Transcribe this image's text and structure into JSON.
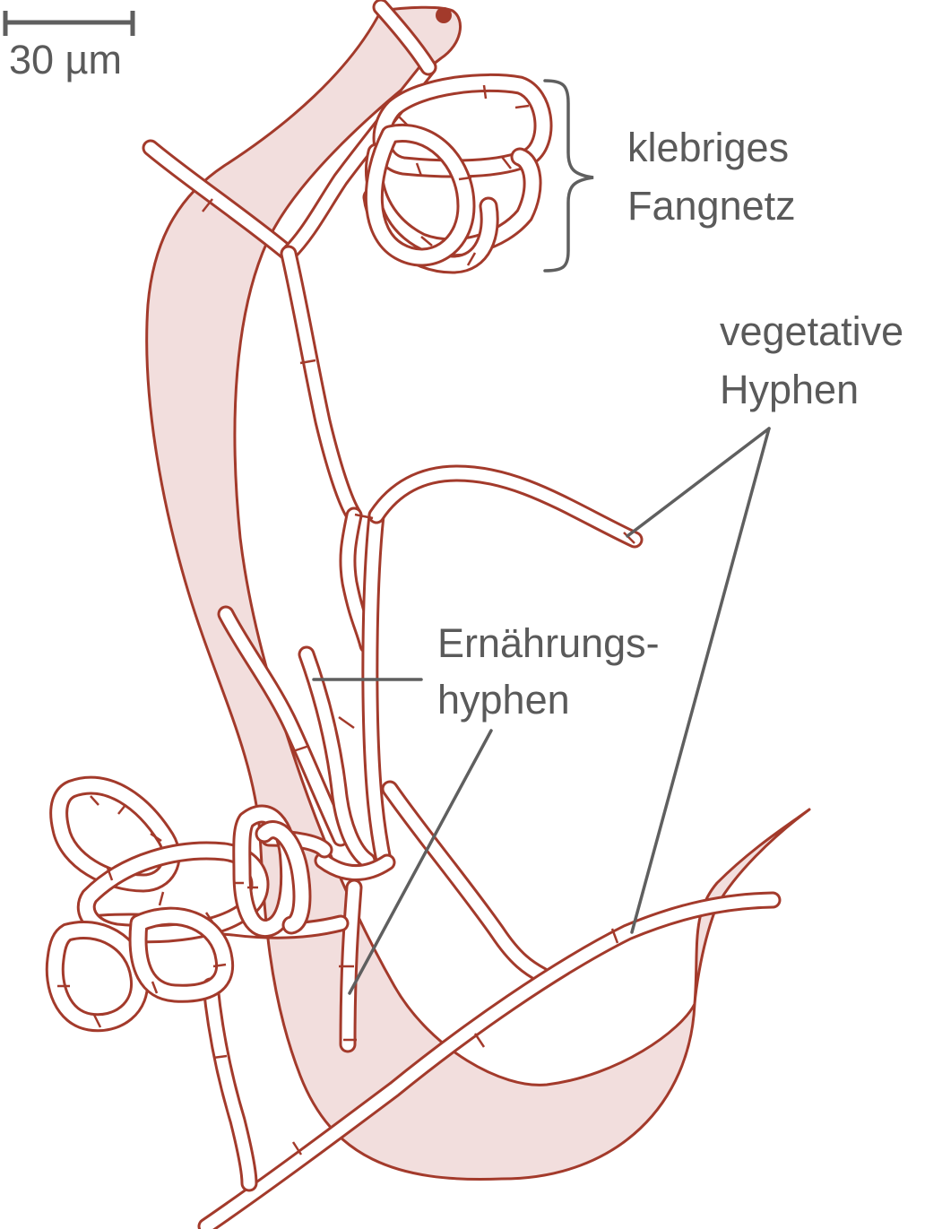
{
  "colors": {
    "outline": "#a33a2b",
    "body_fill": "#f2dedd",
    "label_text": "#5a5a5a",
    "leader_line": "#5f5f5f",
    "eye_spot": "#a33a2b"
  },
  "scale_bar": {
    "label": "30 µm"
  },
  "labels": {
    "trap": {
      "line1": "klebriges",
      "line2": "Fangnetz"
    },
    "vegetative": {
      "line1": "vegetative",
      "line2": "Hyphen"
    },
    "feeding": {
      "line1": "Ernährungs-",
      "line2": "hyphen"
    }
  }
}
